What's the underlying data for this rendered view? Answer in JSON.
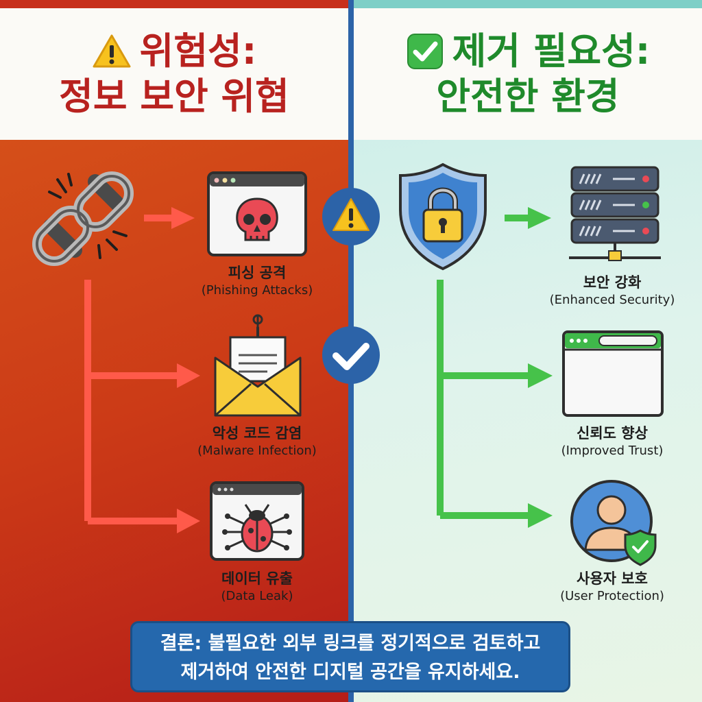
{
  "left": {
    "title_line1": "위험성:",
    "title_line2": "정보 보안 위협",
    "items": [
      {
        "label_ko": "피싱 공격",
        "label_en": "(Phishing Attacks)"
      },
      {
        "label_ko": "악성 코드 감염",
        "label_en": "(Malware Infection)"
      },
      {
        "label_ko": "데이터 유출",
        "label_en": "(Data Leak)"
      }
    ]
  },
  "right": {
    "title_line1": "제거 필요성:",
    "title_line2": "안전한 환경",
    "items": [
      {
        "label_ko": "보안 강화",
        "label_en": "(Enhanced Security)"
      },
      {
        "label_ko": "신뢰도 향상",
        "label_en": "(Improved Trust)"
      },
      {
        "label_ko": "사용자 보호",
        "label_en": "(User Protection)"
      }
    ]
  },
  "conclusion": {
    "line1": "결론: 불필요한 외부 링크를 정기적으로 검토하고",
    "line2": "제거하여 안전한 디지털 공간을 유지하세요."
  },
  "icons": {
    "left_source": "broken-link-icon",
    "right_source": "shield-lock-icon",
    "left_items": [
      "skull-browser-icon",
      "phishing-envelope-icon",
      "bug-browser-icon"
    ],
    "right_items": [
      "server-icon",
      "browser-window-icon",
      "user-shield-icon"
    ],
    "center": [
      "warning-icon",
      "check-icon"
    ]
  },
  "colors": {
    "danger": "#b8221f",
    "safe": "#1f8a2b",
    "divider": "#2c63a8",
    "left_arrow": "#ff5a4a",
    "right_arrow": "#46c24a"
  }
}
